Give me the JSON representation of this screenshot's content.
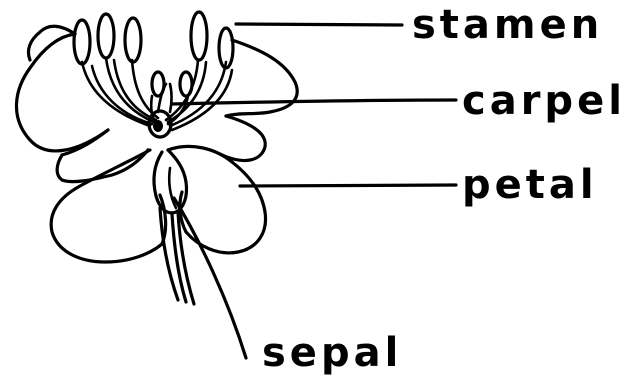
{
  "labels": {
    "stamen": "stamen",
    "carpel": "carpel",
    "petal": "petal",
    "sepal": "sepal"
  },
  "colors": {
    "ink": "#000000",
    "background": "#ffffff"
  }
}
